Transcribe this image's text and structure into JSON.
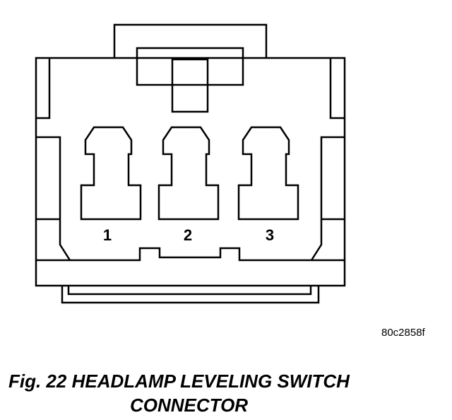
{
  "diagram": {
    "pins": [
      {
        "label": "1"
      },
      {
        "label": "2"
      },
      {
        "label": "3"
      }
    ],
    "reference_code": "80c2858f",
    "caption": {
      "line1": "Fig. 22 HEADLAMP LEVELING SWITCH",
      "line2": "CONNECTOR"
    },
    "colors": {
      "line": "#000000",
      "background": "#ffffff"
    }
  }
}
